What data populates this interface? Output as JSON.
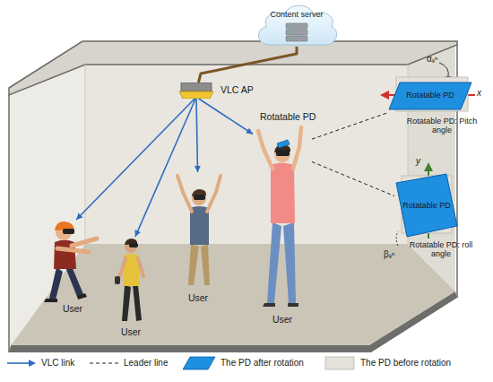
{
  "diagram": {
    "nodes": [
      {
        "text": [
          "Content server"
        ]
      },
      {
        "text": [
          "VLC AP"
        ]
      },
      {
        "text": [
          "User"
        ]
      },
      {
        "text": [
          "User"
        ]
      },
      {
        "text": [
          "User"
        ]
      },
      {
        "text": [
          "User"
        ]
      },
      {
        "text": [
          "Rotatable PD"
        ]
      },
      {
        "text": [
          "Rotatable PD"
        ]
      }
    ],
    "edges": [
      {
        "from": 0,
        "to": 1,
        "arrow": "none"
      },
      {
        "from": 1,
        "to": 2,
        "arrow": "to"
      },
      {
        "from": 1,
        "to": 3,
        "arrow": "to"
      },
      {
        "from": 1,
        "to": 4,
        "arrow": "to"
      },
      {
        "from": 1,
        "to": 5,
        "arrow": "to"
      },
      {
        "from": 5,
        "to": 6,
        "arrow": "none"
      },
      {
        "from": 5,
        "to": 7,
        "arrow": "none"
      }
    ],
    "labels": [
      "Rotatable PD",
      "αₖⁿ",
      "x",
      "Rotatable PD: Pitch angle",
      "y",
      "βₖⁿ",
      "Rotatable PD: roll angle"
    ],
    "legend": [
      {
        "text": "VLC link"
      },
      {
        "text": "Leader line"
      },
      {
        "text": "The PD after rotation",
        "color": "#1f8fe0"
      },
      {
        "text": "The PD before rotation",
        "color": "#e4e2da"
      }
    ]
  }
}
